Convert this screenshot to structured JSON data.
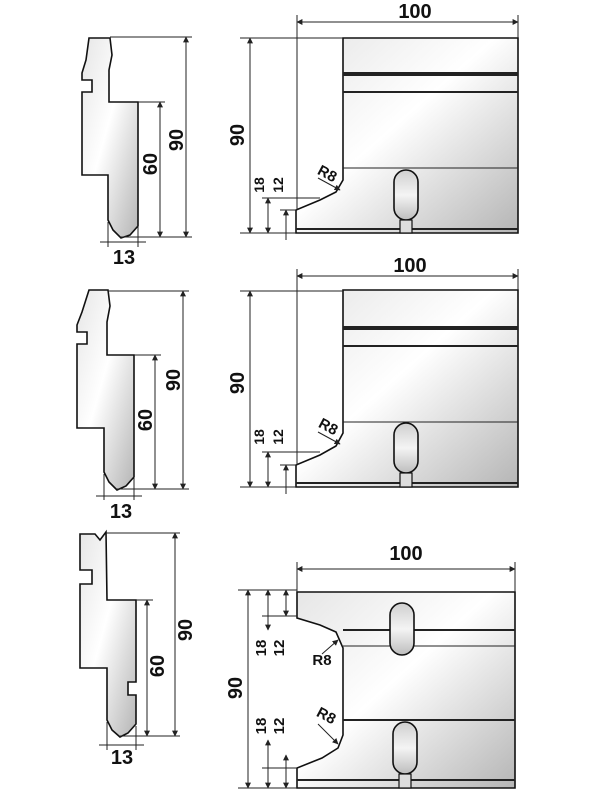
{
  "colors": {
    "steel_light": "#f2f2f2",
    "steel_dark": "#bdbdbd",
    "outline": "#111111",
    "dimension": "#222222"
  },
  "rows": [
    {
      "profile": {
        "width_label": "13",
        "height_label": "90",
        "step_label": "60"
      },
      "block": {
        "width_label": "100",
        "height_label": "90",
        "dim_a_label": "18",
        "dim_b_label": "12",
        "radius_label": "R8"
      }
    },
    {
      "profile": {
        "width_label": "13",
        "height_label": "90",
        "step_label": "60"
      },
      "block": {
        "width_label": "100",
        "height_label": "90",
        "dim_a_label": "18",
        "dim_b_label": "12",
        "radius_label": "R8"
      }
    },
    {
      "profile": {
        "width_label": "13",
        "height_label": "90",
        "step_label": "60"
      },
      "block": {
        "width_label": "100",
        "height_label": "90",
        "upper": {
          "dim_a_label": "18",
          "dim_b_label": "12",
          "radius_label": "R8"
        },
        "lower": {
          "dim_a_label": "18",
          "dim_b_label": "12",
          "radius_label": "R8"
        }
      }
    }
  ]
}
